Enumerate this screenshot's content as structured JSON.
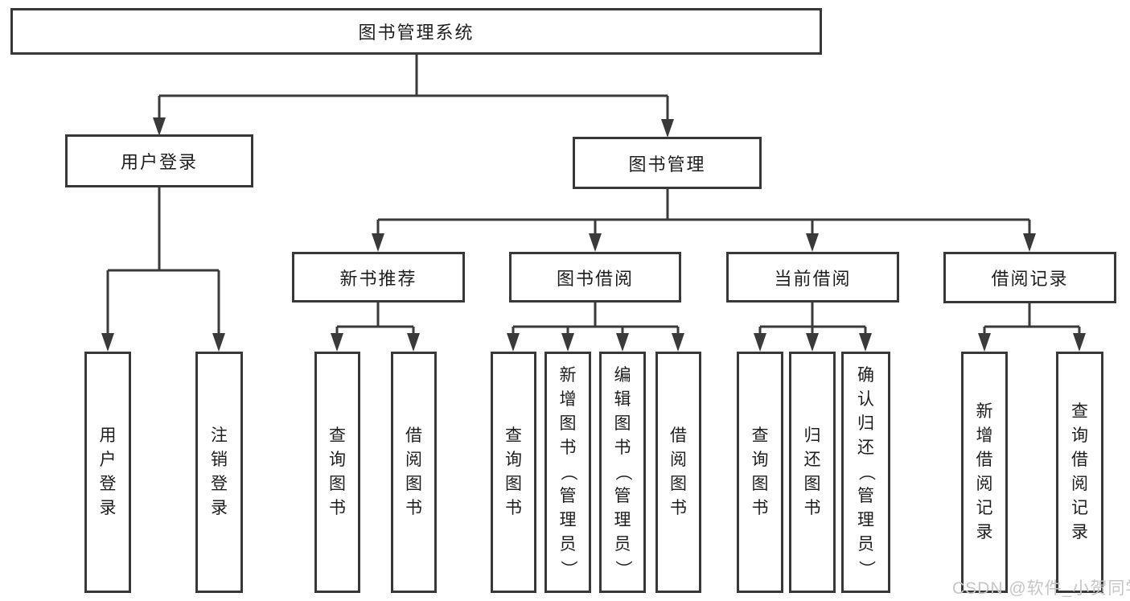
{
  "diagram": {
    "title_node": {
      "label": "图书管理系统"
    },
    "level2": [
      {
        "label": "用户登录"
      },
      {
        "label": "图书管理"
      }
    ],
    "level3": [
      {
        "label": "新书推荐"
      },
      {
        "label": "图书借阅"
      },
      {
        "label": "当前借阅"
      },
      {
        "label": "借阅记录"
      }
    ],
    "leaves": [
      {
        "label": "用户登录",
        "parent": "用户登录"
      },
      {
        "label": "注销登录",
        "parent": "用户登录"
      },
      {
        "label": "查询图书",
        "parent": "新书推荐"
      },
      {
        "label": "借阅图书",
        "parent": "新书推荐"
      },
      {
        "label": "查询图书",
        "parent": "图书借阅"
      },
      {
        "label": "新增图书（管理员）",
        "parent": "图书借阅"
      },
      {
        "label": "编辑图书（管理员）",
        "parent": "图书借阅"
      },
      {
        "label": "借阅图书",
        "parent": "图书借阅"
      },
      {
        "label": "查询图书",
        "parent": "当前借阅"
      },
      {
        "label": "归还图书",
        "parent": "当前借阅"
      },
      {
        "label": "确认归还（管理员）",
        "parent": "当前借阅"
      },
      {
        "label": "新增借阅记录",
        "parent": "借阅记录"
      },
      {
        "label": "查询借阅记录",
        "parent": "借阅记录"
      }
    ],
    "watermark": "CSDN @软件_小贺同学",
    "colors": {
      "line": "#3a3a3a",
      "box_border": "#383838",
      "text": "#1e1e1e",
      "watermark": "#c6c6c6",
      "background": "#ffffff"
    }
  }
}
